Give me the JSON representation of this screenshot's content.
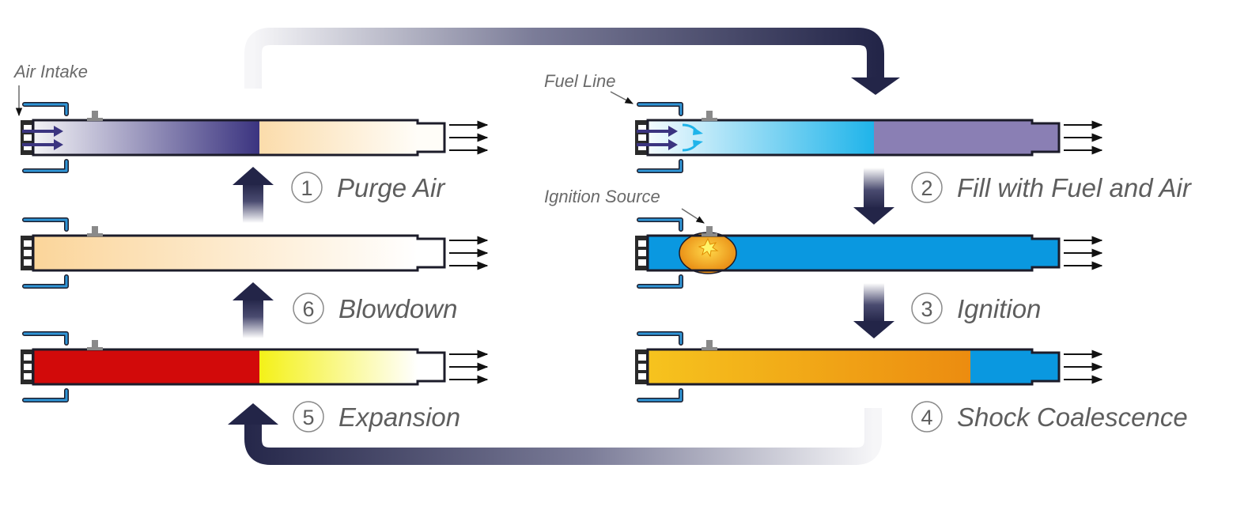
{
  "steps": [
    {
      "num": "1",
      "label": "Purge Air"
    },
    {
      "num": "2",
      "label": "Fill with Fuel and Air"
    },
    {
      "num": "3",
      "label": "Ignition"
    },
    {
      "num": "4",
      "label": "Shock Coalescence"
    },
    {
      "num": "5",
      "label": "Expansion"
    },
    {
      "num": "6",
      "label": "Blowdown"
    }
  ],
  "callouts": {
    "air_intake": "Air Intake",
    "fuel_line": "Fuel Line",
    "ignition_source": "Ignition Source"
  },
  "colors": {
    "navy": "#232548",
    "purge_dark": "#3b3480",
    "fill_blue": "#1fb4ea",
    "fill_purple": "#8a7fb4",
    "detonation_blue": "#0a98e0",
    "combustion_orange": "#ee8f12",
    "combustion_yellow": "#f6c31e",
    "expansion_red": "#d20a0a",
    "expansion_yellow": "#f4f118",
    "blowdown_peach": "#fbd9a0",
    "fuel_line_blue": "#2f95d6"
  }
}
